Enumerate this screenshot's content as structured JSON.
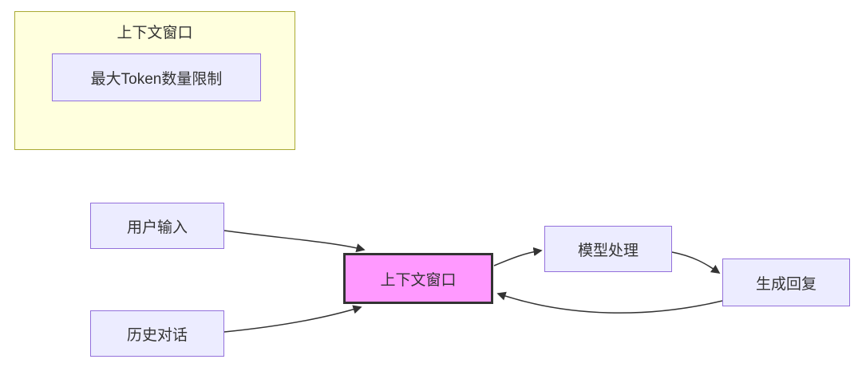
{
  "colors": {
    "node_bg": "#ececff",
    "node_border": "#9370db",
    "subgraph_bg": "#ffffde",
    "subgraph_border": "#aaaa33",
    "highlight_bg": "#ff99ff",
    "highlight_border": "#333333",
    "edge": "#333333",
    "text": "#333333"
  },
  "subgraph": {
    "title": "上下文窗口",
    "node_label": "最大Token数量限制"
  },
  "nodes": {
    "user_input": "用户输入",
    "history_dialog": "历史对话",
    "context_window": "上下文窗口",
    "model_process": "模型处理",
    "generate_reply": "生成回复"
  },
  "edges": [
    {
      "from": "user_input",
      "to": "context_window"
    },
    {
      "from": "history_dialog",
      "to": "context_window"
    },
    {
      "from": "context_window",
      "to": "model_process"
    },
    {
      "from": "model_process",
      "to": "generate_reply"
    },
    {
      "from": "generate_reply",
      "to": "context_window"
    }
  ]
}
